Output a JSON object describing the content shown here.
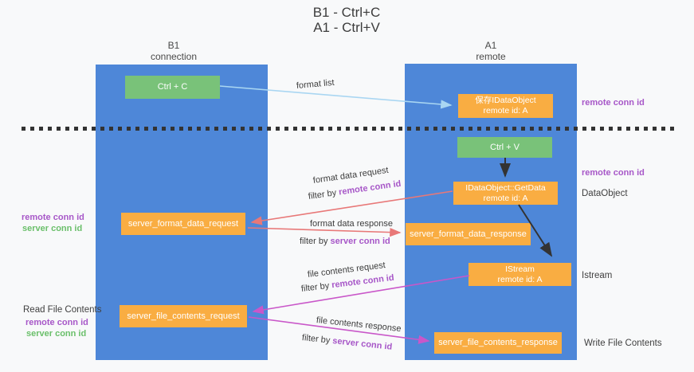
{
  "title": {
    "line1": "B1 - Ctrl+C",
    "line2": "A1 - Ctrl+V"
  },
  "columns": {
    "b1": {
      "name": "B1",
      "subtitle": "connection"
    },
    "a1": {
      "name": "A1",
      "subtitle": "remote"
    }
  },
  "nodes": {
    "ctrl_c": {
      "label": "Ctrl + C"
    },
    "ctrl_v": {
      "label": "Ctrl + V"
    },
    "save_idataobject": {
      "line1": "保存IDataObject",
      "line2": "remote id: A"
    },
    "getdata": {
      "line1": "IDataObject::GetData",
      "line2": "remote id: A"
    },
    "istream": {
      "line1": "IStream",
      "line2": "remote id: A"
    },
    "server_format_data_request": {
      "label": "server_format_data_request"
    },
    "server_format_data_response": {
      "label": "server_format_data_response"
    },
    "server_file_contents_request": {
      "label": "server_file_contents_request"
    },
    "server_file_contents_response": {
      "label": "server_file_contents_response"
    }
  },
  "side_labels": {
    "remote_conn_id": "remote conn id",
    "server_conn_id": "server conn id",
    "read_file_contents": "Read File Contents",
    "write_file_contents": "Write File Contents",
    "dataobject": "DataObject",
    "istream": "Istream"
  },
  "edge_labels": {
    "format_list": "format list",
    "format_data_request": "format data request",
    "format_data_response": "format data response",
    "file_contents_request": "file contents request",
    "file_contents_response": "file contents response",
    "filter_by": "filter by",
    "remote_conn_id": "remote conn id",
    "server_conn_id": "server conn id"
  },
  "colors": {
    "column_blue": "#4e87d8",
    "node_orange": "#f9ad42",
    "node_green": "#79c279",
    "arrow_light_blue": "#a9d6f2",
    "arrow_red": "#e87878",
    "arrow_magenta": "#c957c9",
    "arrow_black": "#333333",
    "text_purple": "#a757c8",
    "text_green": "#6abf6a"
  }
}
